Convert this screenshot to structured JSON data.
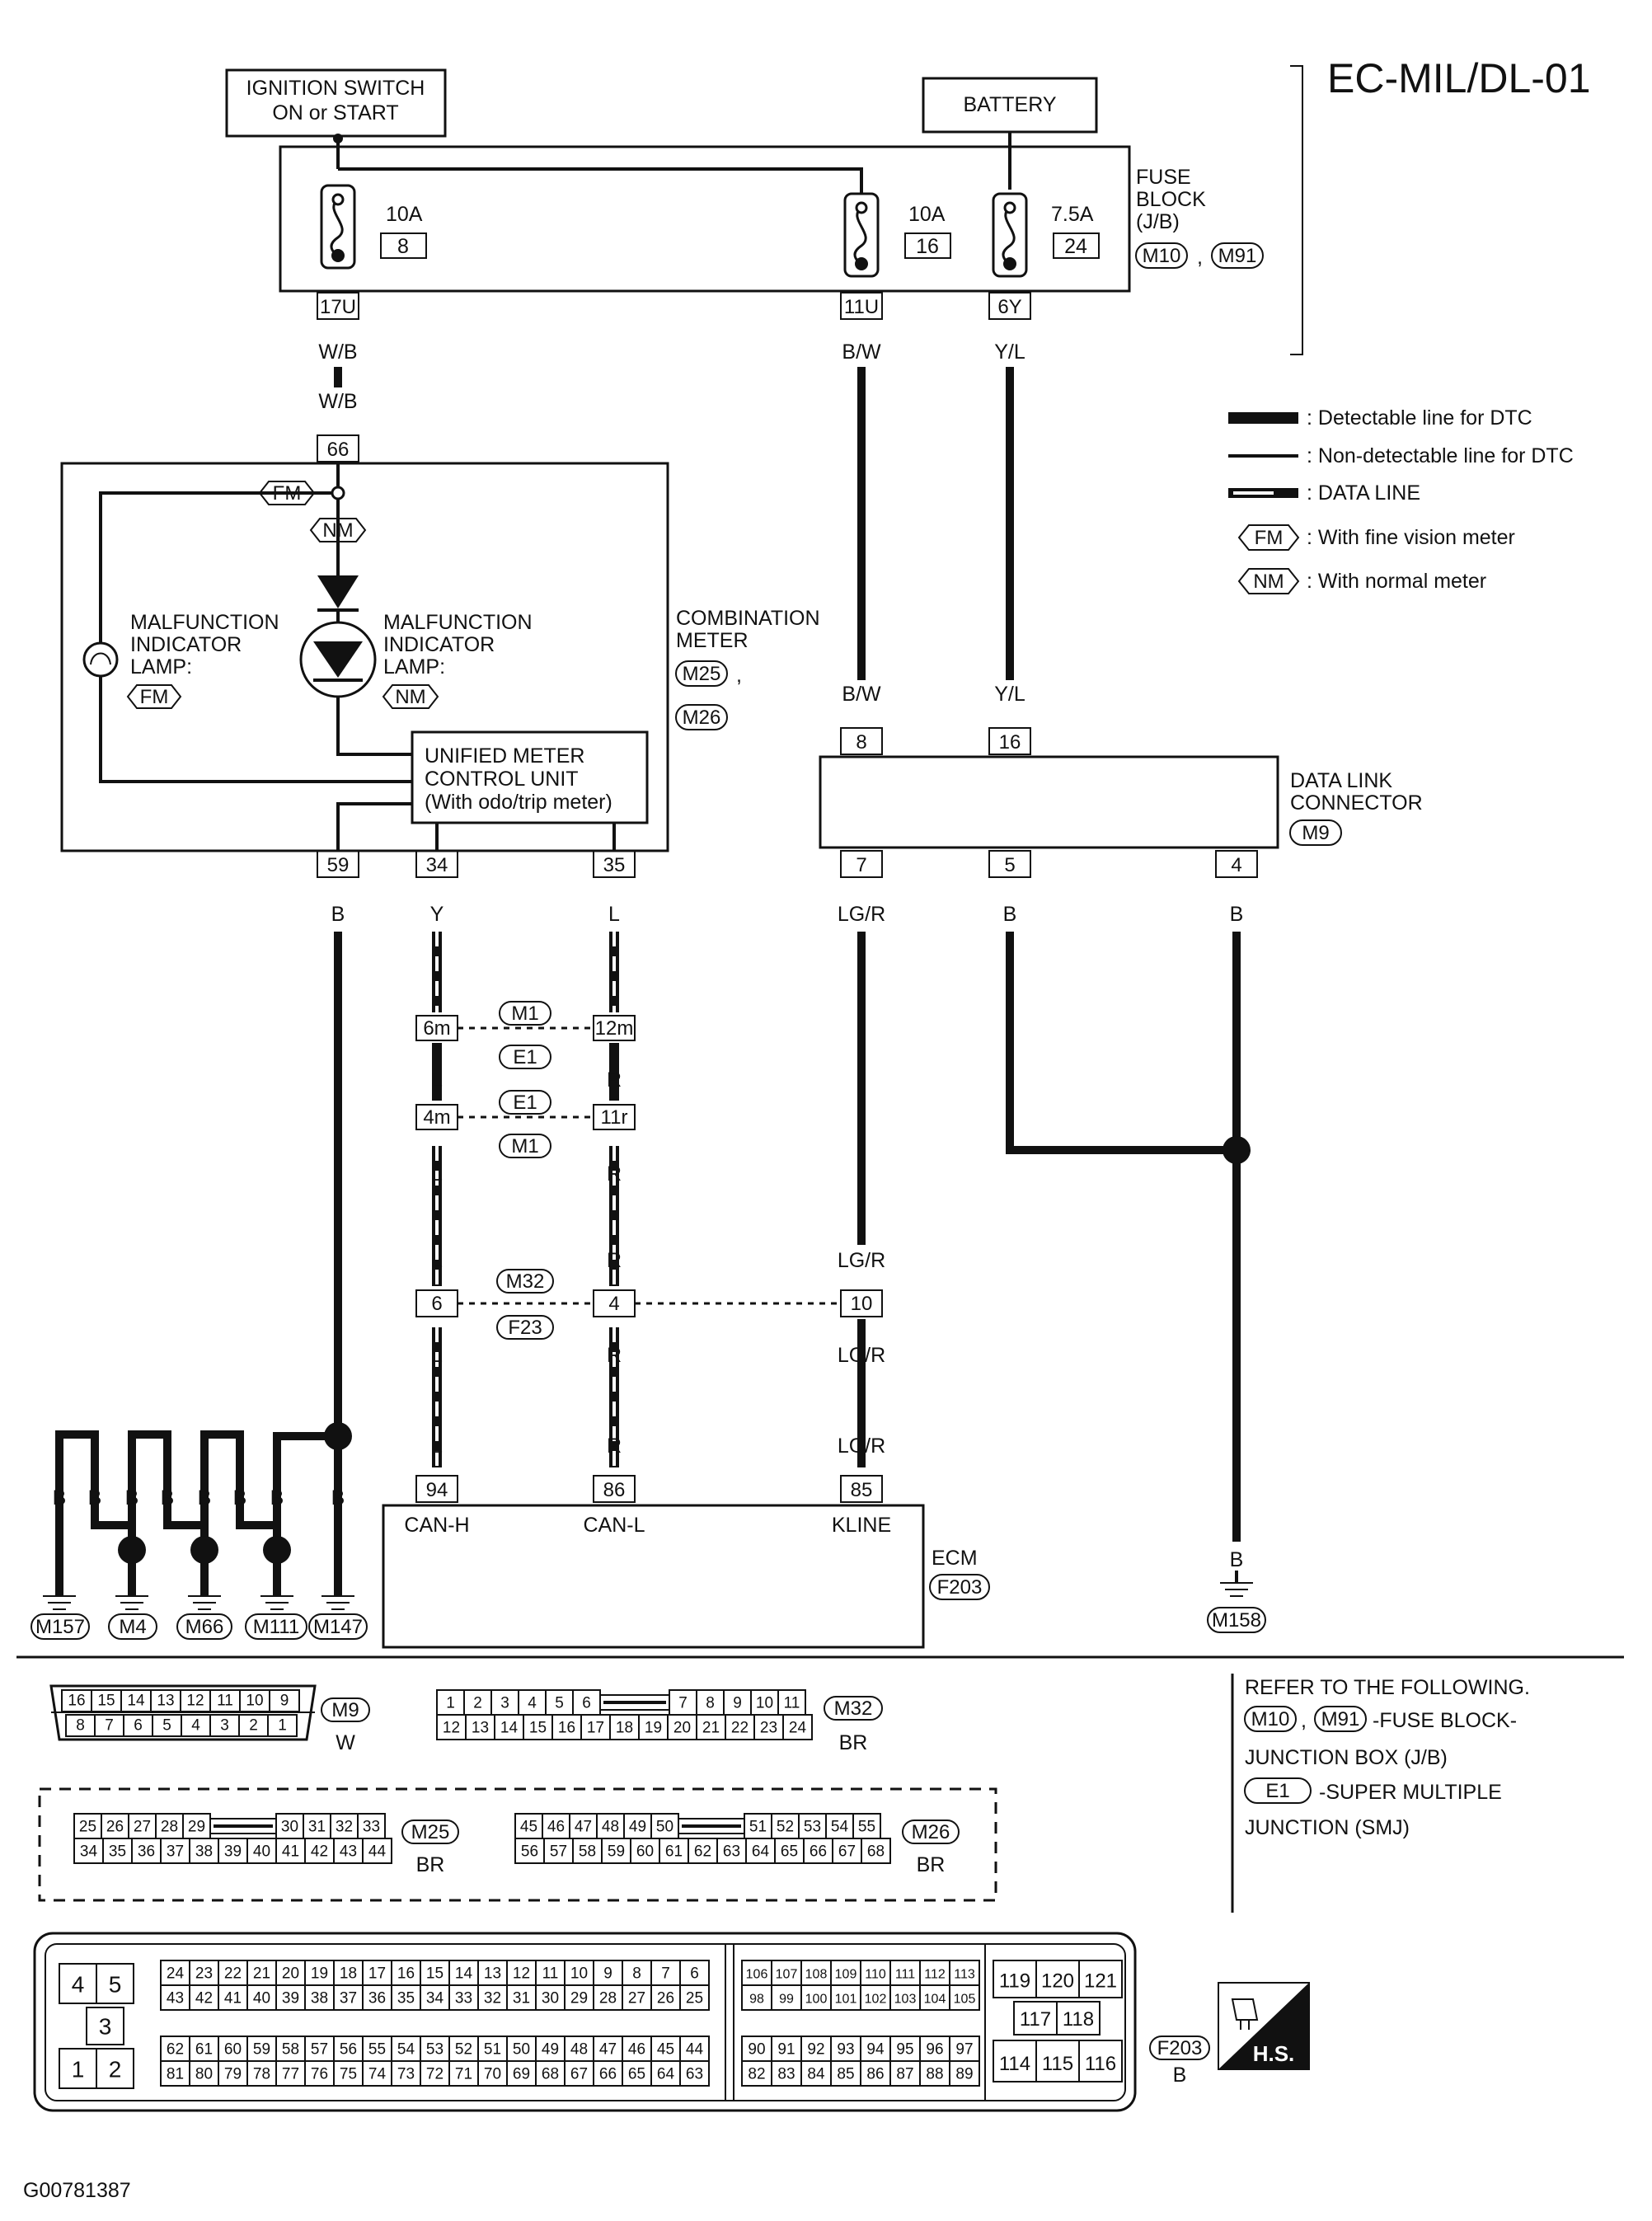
{
  "title": "EC-MIL/DL-01",
  "figure_id": "G00781387",
  "sources": {
    "ignition": [
      "IGNITION SWITCH",
      "ON or START"
    ],
    "battery": "BATTERY"
  },
  "fuse_block": {
    "label": [
      "FUSE",
      "BLOCK",
      "(J/B)"
    ],
    "connectors": [
      "M10",
      "M91"
    ],
    "fuses": [
      {
        "amp": "10A",
        "num": "8",
        "terminal": "17U"
      },
      {
        "amp": "10A",
        "num": "16",
        "terminal": "11U"
      },
      {
        "amp": "7.5A",
        "num": "24",
        "terminal": "6Y"
      }
    ]
  },
  "wire_colors": {
    "wb": "W/B",
    "bw": "B/W",
    "yl": "Y/L",
    "b": "B",
    "y": "Y",
    "l": "L",
    "r": "R",
    "lgr": "LG/R"
  },
  "legend": [
    {
      "symbol": "detectable",
      "text": ": Detectable line for DTC"
    },
    {
      "symbol": "non-detectable",
      "text": ": Non-detectable line for DTC"
    },
    {
      "symbol": "data-line",
      "text": ": DATA LINE"
    },
    {
      "symbol": "FM",
      "text": ": With fine vision meter"
    },
    {
      "symbol": "NM",
      "text": ": With normal meter"
    }
  ],
  "tags": {
    "fm": "FM",
    "nm": "NM"
  },
  "combination_meter": {
    "label": [
      "COMBINATION",
      "METER"
    ],
    "connectors": [
      "M25",
      "M26"
    ],
    "terminals": [
      "66",
      "59",
      "34",
      "35"
    ],
    "mil_left": [
      "MALFUNCTION",
      "INDICATOR",
      "LAMP:"
    ],
    "mil_right": [
      "MALFUNCTION",
      "INDICATOR",
      "LAMP:"
    ],
    "unified": [
      "UNIFIED METER",
      "CONTROL UNIT",
      "(With odo/trip meter)"
    ]
  },
  "data_link": {
    "label": [
      "DATA LINK",
      "CONNECTOR"
    ],
    "connector": "M9",
    "top_terminals": [
      "8",
      "16"
    ],
    "bottom_terminals": [
      "7",
      "5",
      "4"
    ]
  },
  "joints": {
    "row1": {
      "left": "6m",
      "right": "12m",
      "top": "M1",
      "bottom": "E1"
    },
    "row2": {
      "left": "4m",
      "right": "11r",
      "top": "E1",
      "bottom": "M1"
    },
    "row3": {
      "left": "6",
      "mid": "4",
      "right": "10",
      "top": "M32",
      "bottom": "F23"
    }
  },
  "ecm": {
    "label": "ECM",
    "connector": "F203",
    "terminals": [
      "94",
      "86",
      "85"
    ],
    "pins": [
      "CAN-H",
      "CAN-L",
      "KLINE"
    ]
  },
  "grounds": [
    "M157",
    "M4",
    "M66",
    "M111",
    "M147",
    "M158"
  ],
  "refer": {
    "lines": [
      "REFER TO THE FOLLOWING.",
      "-FUSE BLOCK-",
      "JUNCTION BOX (J/B)",
      "-SUPER MULTIPLE",
      "JUNCTION (SMJ)"
    ],
    "conn1": "M10",
    "conn2": "M91",
    "conn3": "E1"
  },
  "connector_views": {
    "m9": {
      "id": "M9",
      "color": "W",
      "row1": [
        "16",
        "15",
        "14",
        "13",
        "12",
        "11",
        "10",
        "9"
      ],
      "row2": [
        "8",
        "7",
        "6",
        "5",
        "4",
        "3",
        "2",
        "1"
      ]
    },
    "m32": {
      "id": "M32",
      "color": "BR",
      "row1a": [
        "1",
        "2",
        "3",
        "4",
        "5",
        "6"
      ],
      "row1b": [
        "7",
        "8",
        "9",
        "10",
        "11"
      ],
      "row2": [
        "12",
        "13",
        "14",
        "15",
        "16",
        "17",
        "18",
        "19",
        "20",
        "21",
        "22",
        "23",
        "24"
      ]
    },
    "m25": {
      "id": "M25",
      "color": "BR",
      "row1a": [
        "25",
        "26",
        "27",
        "28",
        "29"
      ],
      "row1b": [
        "30",
        "31",
        "32",
        "33"
      ],
      "row2": [
        "34",
        "35",
        "36",
        "37",
        "38",
        "39",
        "40",
        "41",
        "42",
        "43",
        "44"
      ]
    },
    "m26": {
      "id": "M26",
      "color": "BR",
      "row1a": [
        "45",
        "46",
        "47",
        "48",
        "49",
        "50"
      ],
      "row1b": [
        "51",
        "52",
        "53",
        "54",
        "55"
      ],
      "row2": [
        "56",
        "57",
        "58",
        "59",
        "60",
        "61",
        "62",
        "63",
        "64",
        "65",
        "66",
        "67",
        "68"
      ]
    },
    "f203": {
      "id": "F203",
      "color": "B",
      "left_pins": [
        "4",
        "5",
        "3",
        "1",
        "2"
      ],
      "a1": [
        "24",
        "23",
        "22",
        "21",
        "20",
        "19",
        "18",
        "17",
        "16",
        "15",
        "14",
        "13",
        "12",
        "11",
        "10",
        "9",
        "8",
        "7",
        "6"
      ],
      "a2": [
        "43",
        "42",
        "41",
        "40",
        "39",
        "38",
        "37",
        "36",
        "35",
        "34",
        "33",
        "32",
        "31",
        "30",
        "29",
        "28",
        "27",
        "26",
        "25"
      ],
      "a3": [
        "62",
        "61",
        "60",
        "59",
        "58",
        "57",
        "56",
        "55",
        "54",
        "53",
        "52",
        "51",
        "50",
        "49",
        "48",
        "47",
        "46",
        "45",
        "44"
      ],
      "a4": [
        "81",
        "80",
        "79",
        "78",
        "77",
        "76",
        "75",
        "74",
        "73",
        "72",
        "71",
        "70",
        "69",
        "68",
        "67",
        "66",
        "65",
        "64",
        "63"
      ],
      "b1": [
        "106",
        "107",
        "108",
        "109",
        "110",
        "111",
        "112",
        "113"
      ],
      "b2": [
        "98",
        "99",
        "100",
        "101",
        "102",
        "103",
        "104",
        "105"
      ],
      "b3": [
        "90",
        "91",
        "92",
        "93",
        "94",
        "95",
        "96",
        "97"
      ],
      "b4": [
        "82",
        "83",
        "84",
        "85",
        "86",
        "87",
        "88",
        "89"
      ],
      "big_top": [
        "119",
        "120",
        "121"
      ],
      "big_mid": [
        "117",
        "118"
      ],
      "big_bot": [
        "114",
        "115",
        "116"
      ]
    }
  },
  "hs_label": "H.S."
}
